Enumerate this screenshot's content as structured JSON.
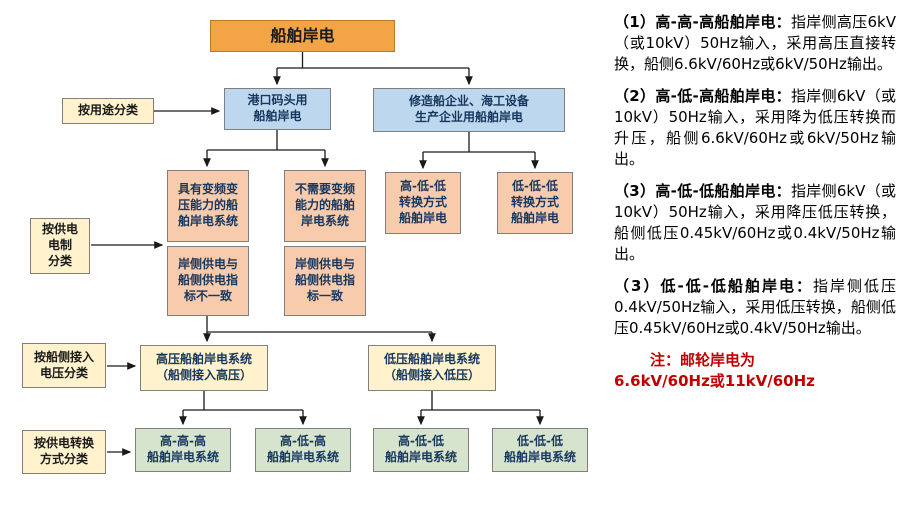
{
  "diagram": {
    "root": "船舶岸电",
    "categories": {
      "usage": "按用途分类",
      "supply": "按供电\n电制\n分类",
      "voltage": "按船侧接入\n电压分类",
      "conversion": "按供电转换\n方式分类"
    },
    "nodes": {
      "port": "港口码头用\n船舶岸电",
      "shipyard": "修造船企业、海工设备\n生产企业用船舶岸电",
      "vfd": "具有变频变\n压能力的船\n舶岸电系统",
      "vfd_note": "岸侧供电与\n船侧供电指\n标不一致",
      "no_vfd": "不需要变频\n能力的船舶\n岸电系统",
      "no_vfd_note": "岸侧供电与\n船侧供电指\n标一致",
      "hll_mode": "高-低-低\n转换方式\n船舶岸电",
      "lll_mode": "低-低-低\n转换方式\n船舶岸电",
      "hv_system": "高压船舶岸电系统\n（船侧接入高压）",
      "lv_system": "低压船舶岸电系统\n（船侧接入低压）",
      "hhh_system": "高-高-高\n船舶岸电系统",
      "hlh_system": "高-低-高\n船舶岸电系统",
      "hll_system": "高-低-低\n船舶岸电系统",
      "lll_system": "低-低-低\n船舶岸电系统"
    }
  },
  "panel": {
    "items": [
      {
        "heading": "（1）高-高-高船舶岸电：",
        "body": "指岸侧高压6kV（或10kV）50Hz输入，采用高压直接转换，船侧6.6kV/60Hz或6kV/50Hz输出。"
      },
      {
        "heading": "（2）高-低-高船舶岸电：",
        "body": "指岸侧6kV（或10kV）50Hz输入，采用降为低压转换而升压，船侧6.6kV/60Hz或6kV/50Hz输出。"
      },
      {
        "heading": "（3）高-低-低船舶岸电：",
        "body": "指岸侧6kV（或10kV）50Hz输入，采用降压低压转换，船侧低压0.45kV/60Hz或0.4kV/50Hz输出。"
      },
      {
        "heading": "（3）低-低-低船舶岸电：",
        "body": "指岸侧低压0.4kV/50Hz输入，采用低压转换，船侧低压0.45kV/60Hz或0.4kV/50Hz输出。"
      }
    ],
    "note_line1": "注：邮轮岸电为",
    "note_line2": "6.6kV/60Hz或11kV/60Hz"
  },
  "colors": {
    "root_fill": "#F3A446",
    "blue_fill": "#BDD7EE",
    "tan_fill": "#F8CBAD",
    "yellow_fill": "#FFF2CC",
    "green_fill": "#D6E4CE",
    "note_red": "#C00000",
    "node_text": "#17375E"
  }
}
